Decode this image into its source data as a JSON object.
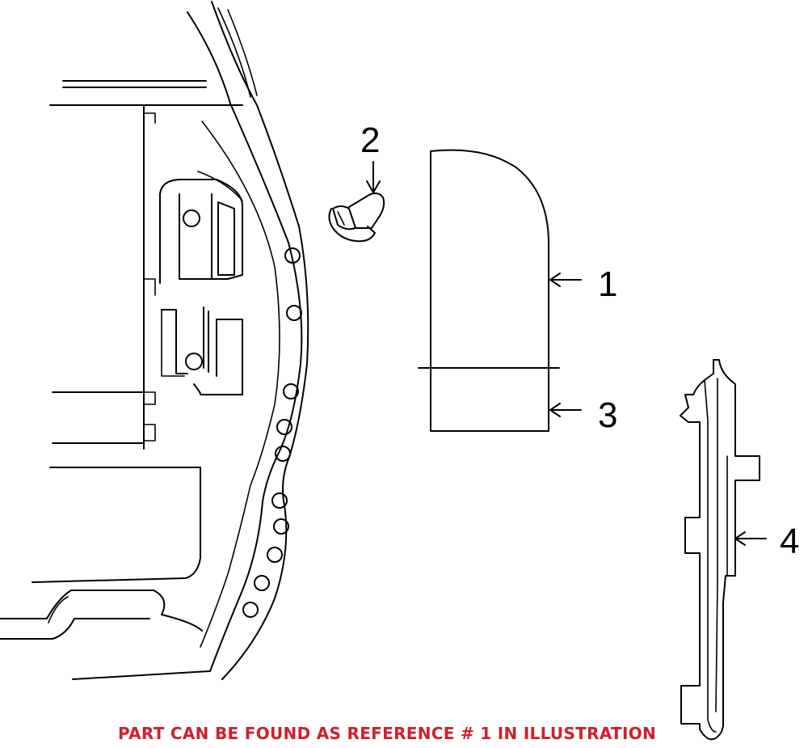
{
  "callouts": {
    "c1": "1",
    "c2": "2",
    "c3": "3",
    "c4": "4"
  },
  "caption": {
    "text": "PART CAN BE FOUND AS REFERENCE # 1 IN ILLUSTRATION",
    "color": "#d0202a"
  },
  "colors": {
    "line": "#000000",
    "background": "#ffffff"
  }
}
